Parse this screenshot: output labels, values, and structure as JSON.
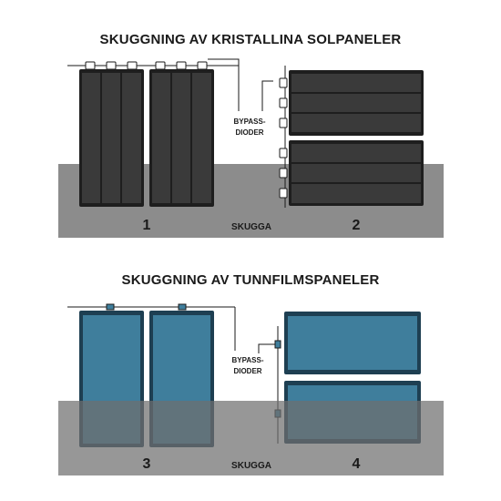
{
  "section_crystalline": {
    "title": "SKUGGNING AV KRISTALLINA SOLPANELER",
    "bypass_label_line1": "BYPASS-",
    "bypass_label_line2": "DIODER",
    "shade_label": "SKUGGA",
    "panel_numbers": [
      "1",
      "2"
    ]
  },
  "section_thinfilm": {
    "title": "SKUGGNING AV TUNNFILMSPANELER",
    "bypass_label_line1": "BYPASS-",
    "bypass_label_line2": "DIODER",
    "shade_label": "SKUGGA",
    "panel_numbers": [
      "3",
      "4"
    ]
  },
  "colors": {
    "shade": "#8c8c8c",
    "crystalline_cell": "#3a3a3a",
    "crystalline_frame": "#1e1e1e",
    "thinfilm_panel": "#3f7e9c",
    "thinfilm_frame": "#1e3f52",
    "thinfilm_shaded": "#34525f",
    "wire": "#1a1a1a",
    "text": "#1a1a1a"
  }
}
